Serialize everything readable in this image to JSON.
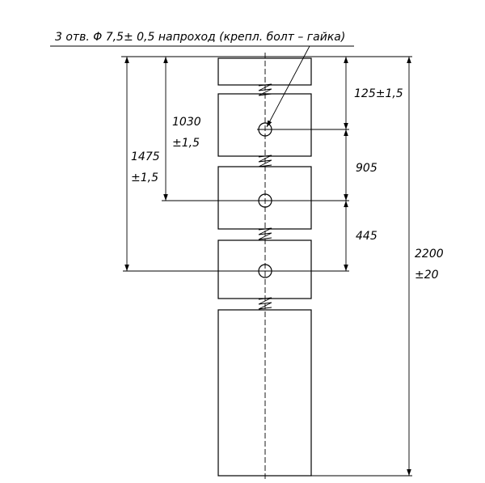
{
  "title": "3 отв. Φ 7,5± 0,5 напроход (крепл. болт – гайка)",
  "dimensions": {
    "top_to_hole1": "125±1,5",
    "hole1_to_hole2": "905",
    "hole2_to_hole3": "445",
    "overall_value": "2200",
    "overall_tol": "±20",
    "top_to_hole2_value": "1030",
    "top_to_hole2_tol": "±1,5",
    "top_to_hole3_value": "1475",
    "top_to_hole3_tol": "±1,5"
  }
}
